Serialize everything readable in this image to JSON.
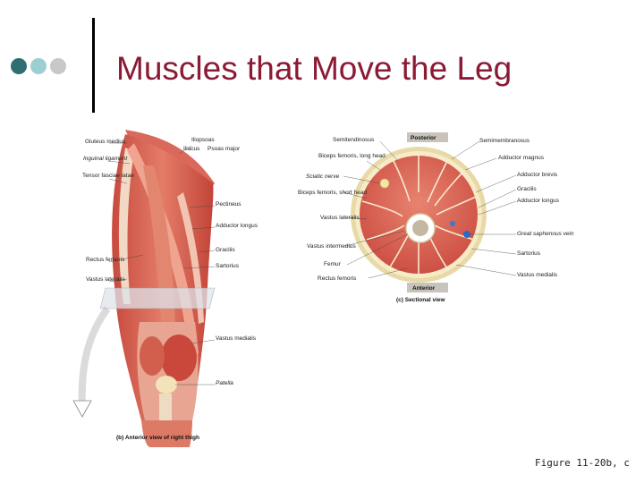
{
  "slide": {
    "title": "Muscles that Move the Leg",
    "figure_ref": "Figure 11-20b, c",
    "accent_colors": [
      "#2f6f73",
      "#9ccfd2",
      "#c8c8c8"
    ],
    "title_color": "#8b1a34"
  },
  "anterior_view": {
    "caption": "(b)  Anterior view of right thigh",
    "labels": {
      "gluteus_medius": "Gluteus medius",
      "inguinal_ligament": "Inguinal ligament",
      "tensor_fasciae_latae": "Tensor fasciae latae",
      "rectus_femoris": "Rectus femoris",
      "vastus_lateralis": "Vastus lateralis",
      "iliopsoas": "Iliopsoas",
      "iliacus": "Iliacus",
      "psoas_major": "Psoas major",
      "pectineus": "Pectineus",
      "adductor_longus": "Adductor longus",
      "gracilis": "Gracilis",
      "sartorius": "Sartorius",
      "vastus_medialis": "Vastus medialis",
      "patella": "Patella"
    }
  },
  "sectional_view": {
    "caption": "(c)  Sectional view",
    "posterior": "Posterior",
    "anterior": "Anterior",
    "labels": {
      "semitendinosus": "Semitendinosus",
      "biceps_long": "Biceps femoris, long head",
      "sciatic_nerve": "Sciatic nerve",
      "biceps_short": "Biceps femoris, short head",
      "vastus_lateralis": "Vastus lateralis",
      "vastus_intermedius": "Vastus intermedius",
      "femur": "Femur",
      "rectus_femoris": "Rectus femoris",
      "semimembranosus": "Semimembranosus",
      "adductor_magnus": "Adductor magnus",
      "adductor_brevis": "Adductor brevis",
      "gracilis": "Gracilis",
      "adductor_longus": "Adductor longus",
      "saphenous_vein": "Great saphenous vein",
      "sartorius": "Sartorius",
      "vastus_medialis": "Vastus medialis"
    }
  }
}
